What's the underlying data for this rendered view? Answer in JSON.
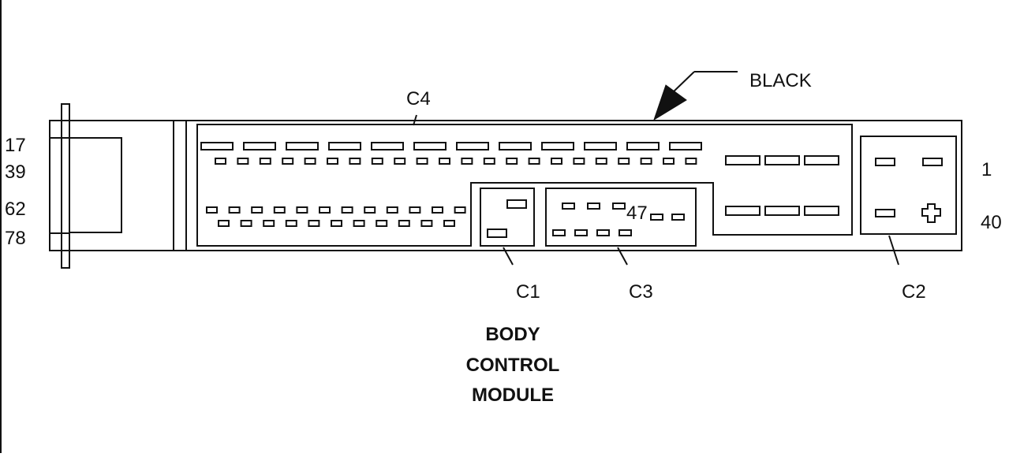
{
  "labels": {
    "pin_17": "17",
    "pin_39": "39",
    "pin_62": "62",
    "pin_78": "78",
    "pin_1": "1",
    "pin_40": "40",
    "pin_47": "47",
    "c1": "C1",
    "c2": "C2",
    "c3": "C3",
    "c4": "C4",
    "color_callout": "BLACK"
  },
  "title_lines": [
    "BODY",
    "CONTROL",
    "MODULE"
  ],
  "colors": {
    "line": "#111111",
    "background": "#ffffff"
  }
}
